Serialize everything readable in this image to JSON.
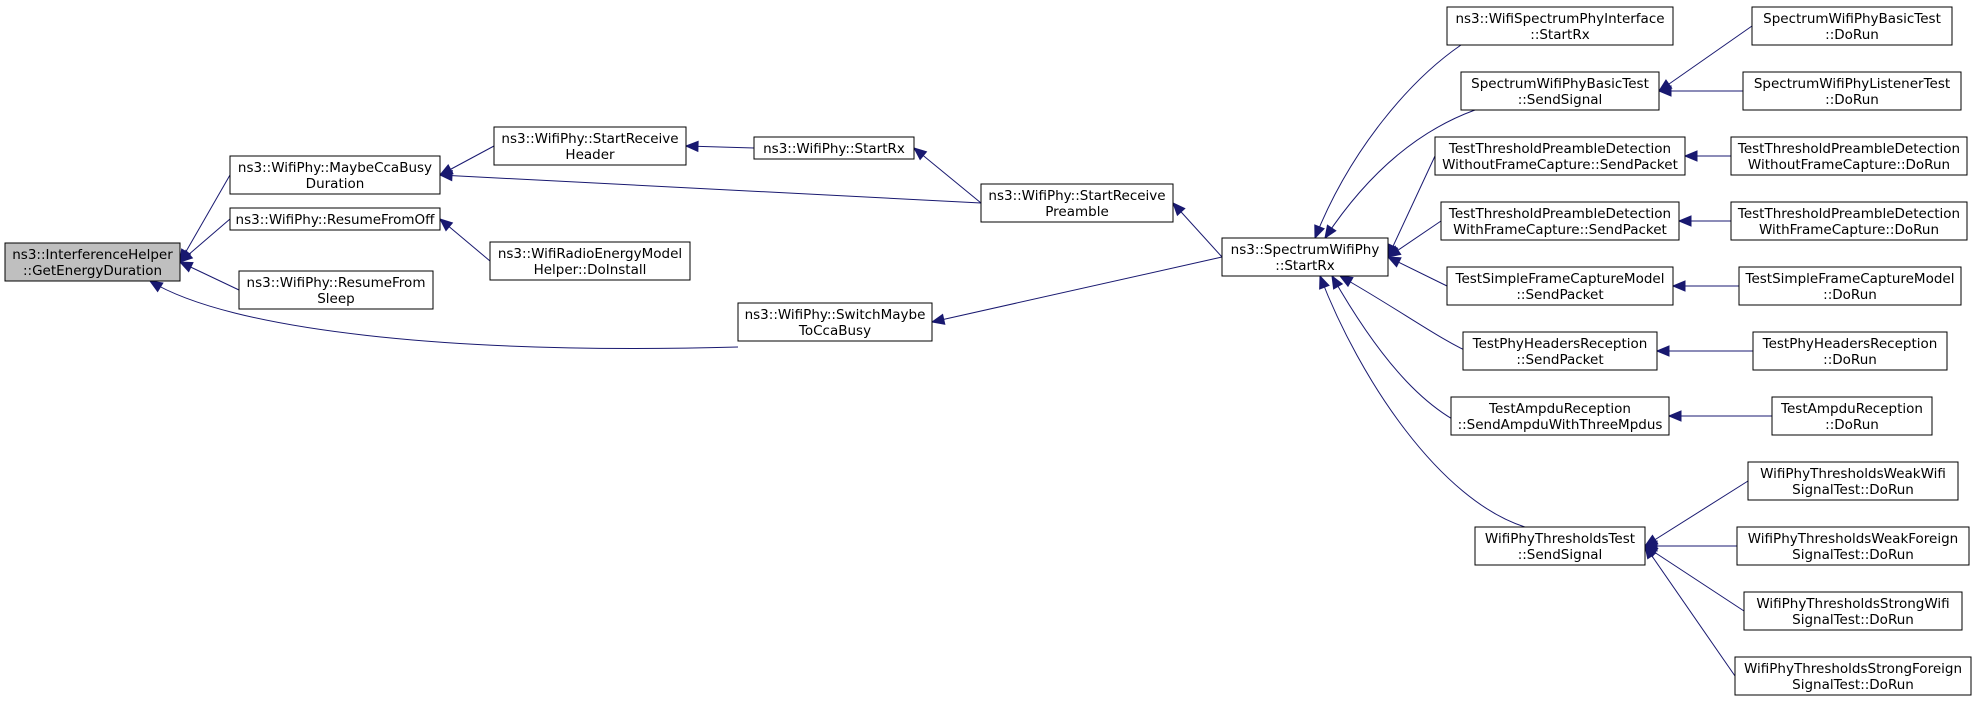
{
  "graph": {
    "nodes": [
      {
        "id": "root",
        "lines": [
          "ns3::InterferenceHelper",
          "::GetEnergyDuration"
        ],
        "root": true
      },
      {
        "id": "maybecca",
        "lines": [
          "ns3::WifiPhy::MaybeCcaBusy",
          "Duration"
        ]
      },
      {
        "id": "resumeoff",
        "lines": [
          "ns3::WifiPhy::ResumeFromOff"
        ]
      },
      {
        "id": "resumesleep",
        "lines": [
          "ns3::WifiPhy::ResumeFrom",
          "Sleep"
        ]
      },
      {
        "id": "switchmaybe",
        "lines": [
          "ns3::WifiPhy::SwitchMaybe",
          "ToCcaBusy"
        ]
      },
      {
        "id": "startrecvhdr",
        "lines": [
          "ns3::WifiPhy::StartReceive",
          "Header"
        ]
      },
      {
        "id": "energymodel",
        "lines": [
          "ns3::WifiRadioEnergyModel",
          "Helper::DoInstall"
        ]
      },
      {
        "id": "startrx",
        "lines": [
          "ns3::WifiPhy::StartRx"
        ]
      },
      {
        "id": "startrecvpre",
        "lines": [
          "ns3::WifiPhy::StartReceive",
          "Preamble"
        ]
      },
      {
        "id": "spectrumstartrx",
        "lines": [
          "ns3::SpectrumWifiPhy",
          "::StartRx"
        ]
      },
      {
        "id": "spifacestartrx",
        "lines": [
          "ns3::WifiSpectrumPhyInterface",
          "::StartRx"
        ]
      },
      {
        "id": "basicsend",
        "lines": [
          "SpectrumWifiPhyBasicTest",
          "::SendSignal"
        ]
      },
      {
        "id": "tpdwithout",
        "lines": [
          "TestThresholdPreambleDetection",
          "WithoutFrameCapture::SendPacket"
        ]
      },
      {
        "id": "tpdwith",
        "lines": [
          "TestThresholdPreambleDetection",
          "WithFrameCapture::SendPacket"
        ]
      },
      {
        "id": "sfcsend",
        "lines": [
          "TestSimpleFrameCaptureModel",
          "::SendPacket"
        ]
      },
      {
        "id": "phrsend",
        "lines": [
          "TestPhyHeadersReception",
          "::SendPacket"
        ]
      },
      {
        "id": "ampdusend",
        "lines": [
          "TestAmpduReception",
          "::SendAmpduWithThreeMpdus"
        ]
      },
      {
        "id": "thrsend",
        "lines": [
          "WifiPhyThresholdsTest",
          "::SendSignal"
        ]
      },
      {
        "id": "basicrun",
        "lines": [
          "SpectrumWifiPhyBasicTest",
          "::DoRun"
        ]
      },
      {
        "id": "listenerrun",
        "lines": [
          "SpectrumWifiPhyListenerTest",
          "::DoRun"
        ]
      },
      {
        "id": "tpdwithoutrun",
        "lines": [
          "TestThresholdPreambleDetection",
          "WithoutFrameCapture::DoRun"
        ]
      },
      {
        "id": "tpdwithrun",
        "lines": [
          "TestThresholdPreambleDetection",
          "WithFrameCapture::DoRun"
        ]
      },
      {
        "id": "sfcrun",
        "lines": [
          "TestSimpleFrameCaptureModel",
          "::DoRun"
        ]
      },
      {
        "id": "phrrun",
        "lines": [
          "TestPhyHeadersReception",
          "::DoRun"
        ]
      },
      {
        "id": "ampdurun",
        "lines": [
          "TestAmpduReception",
          "::DoRun"
        ]
      },
      {
        "id": "weakwifi",
        "lines": [
          "WifiPhyThresholdsWeakWifi",
          "SignalTest::DoRun"
        ]
      },
      {
        "id": "weakforeign",
        "lines": [
          "WifiPhyThresholdsWeakForeign",
          "SignalTest::DoRun"
        ]
      },
      {
        "id": "strongwifi",
        "lines": [
          "WifiPhyThresholdsStrongWifi",
          "SignalTest::DoRun"
        ]
      },
      {
        "id": "strongforeign",
        "lines": [
          "WifiPhyThresholdsStrongForeign",
          "SignalTest::DoRun"
        ]
      }
    ],
    "edges": [
      {
        "from": "root",
        "to": "maybecca"
      },
      {
        "from": "root",
        "to": "resumeoff"
      },
      {
        "from": "root",
        "to": "resumesleep"
      },
      {
        "from": "root",
        "to": "switchmaybe"
      },
      {
        "from": "maybecca",
        "to": "startrecvhdr"
      },
      {
        "from": "maybecca",
        "to": "startrecvpre"
      },
      {
        "from": "resumeoff",
        "to": "energymodel"
      },
      {
        "from": "startrecvhdr",
        "to": "startrx"
      },
      {
        "from": "startrx",
        "to": "startrecvpre"
      },
      {
        "from": "startrecvpre",
        "to": "spectrumstartrx"
      },
      {
        "from": "switchmaybe",
        "to": "spectrumstartrx"
      },
      {
        "from": "spectrumstartrx",
        "to": "spifacestartrx"
      },
      {
        "from": "spectrumstartrx",
        "to": "basicsend"
      },
      {
        "from": "spectrumstartrx",
        "to": "tpdwithout"
      },
      {
        "from": "spectrumstartrx",
        "to": "tpdwith"
      },
      {
        "from": "spectrumstartrx",
        "to": "sfcsend"
      },
      {
        "from": "spectrumstartrx",
        "to": "phrsend"
      },
      {
        "from": "spectrumstartrx",
        "to": "ampdusend"
      },
      {
        "from": "spectrumstartrx",
        "to": "thrsend"
      },
      {
        "from": "basicsend",
        "to": "basicrun"
      },
      {
        "from": "basicsend",
        "to": "listenerrun"
      },
      {
        "from": "tpdwithout",
        "to": "tpdwithoutrun"
      },
      {
        "from": "tpdwith",
        "to": "tpdwithrun"
      },
      {
        "from": "sfcsend",
        "to": "sfcrun"
      },
      {
        "from": "phrsend",
        "to": "phrrun"
      },
      {
        "from": "ampdusend",
        "to": "ampdurun"
      },
      {
        "from": "thrsend",
        "to": "weakwifi"
      },
      {
        "from": "thrsend",
        "to": "weakforeign"
      },
      {
        "from": "thrsend",
        "to": "strongwifi"
      },
      {
        "from": "thrsend",
        "to": "strongforeign"
      }
    ]
  }
}
